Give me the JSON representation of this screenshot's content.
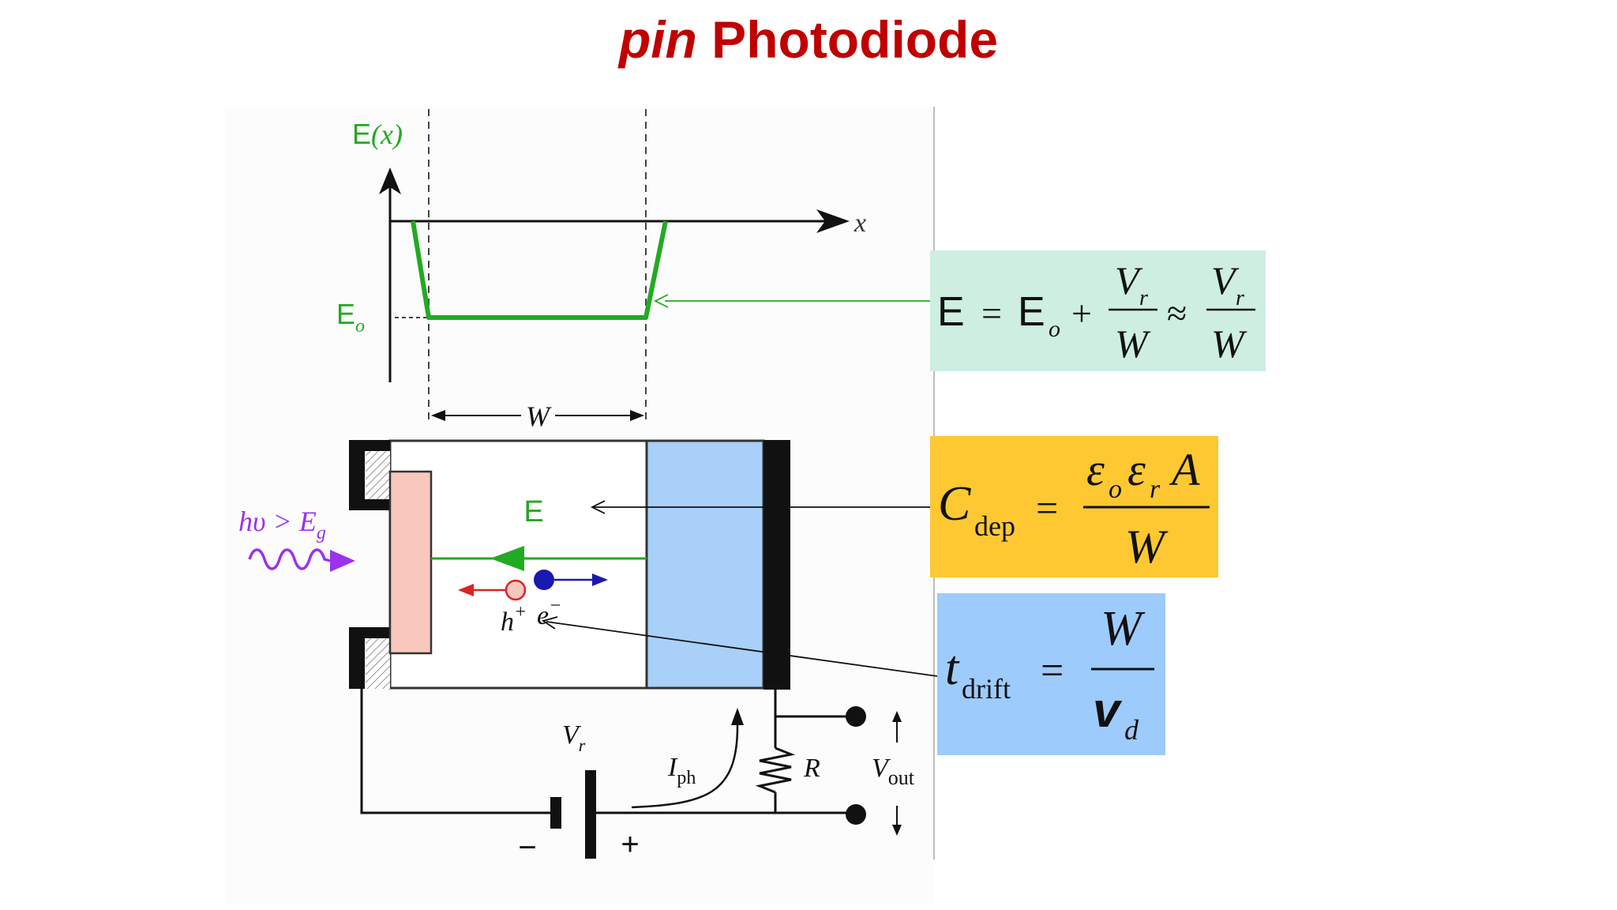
{
  "title": {
    "emphasis": "pin",
    "rest": " Photodiode"
  },
  "graph": {
    "y_label_E": "E",
    "y_label_x": "(x)",
    "x_label": "x",
    "level_label": "E",
    "level_sub": "o",
    "width_label": "W"
  },
  "device": {
    "field_label": "E",
    "photon_label": "hυ > E",
    "photon_sub": "g",
    "hole_label": "h",
    "hole_sup": "+",
    "electron_label": "e",
    "electron_sup": "−",
    "battery_label": "V",
    "battery_sub": "r",
    "current_label": "I",
    "current_sub": "ph",
    "resistor_label": "R",
    "output_label": "V",
    "output_sub": "out",
    "minus_sign": "−",
    "plus_sign": "+"
  },
  "formulas": {
    "field": {
      "lhs": "E",
      "eq": "=",
      "e0": "E",
      "e0_sub": "o",
      "plus": "+",
      "num": "V",
      "num_sub": "r",
      "den": "W",
      "approx": "≈",
      "num2": "V",
      "num2_sub": "r",
      "den2": "W",
      "bg": "#cdeee0"
    },
    "capacitance": {
      "lhs": "C",
      "lhs_sub": "dep",
      "eq": "=",
      "num_e1": "ε",
      "num_e1_sub": "o",
      "num_e2": "ε",
      "num_e2_sub": "r",
      "num_a": "A",
      "den": "W",
      "bg": "#fec832"
    },
    "drift": {
      "lhs": "t",
      "lhs_sub": "drift",
      "eq": "=",
      "num": "W",
      "den": "v",
      "den_sub": "d",
      "bg": "#9dcbfb"
    }
  },
  "colors": {
    "title": "#c00000",
    "field_green": "#22aa22",
    "p_region": "#f8c8bc",
    "n_region": "#a8d0f8",
    "photon_purple": "#9933ee",
    "hole_red": "#dd2222",
    "electron_blue": "#1a1ab0"
  }
}
